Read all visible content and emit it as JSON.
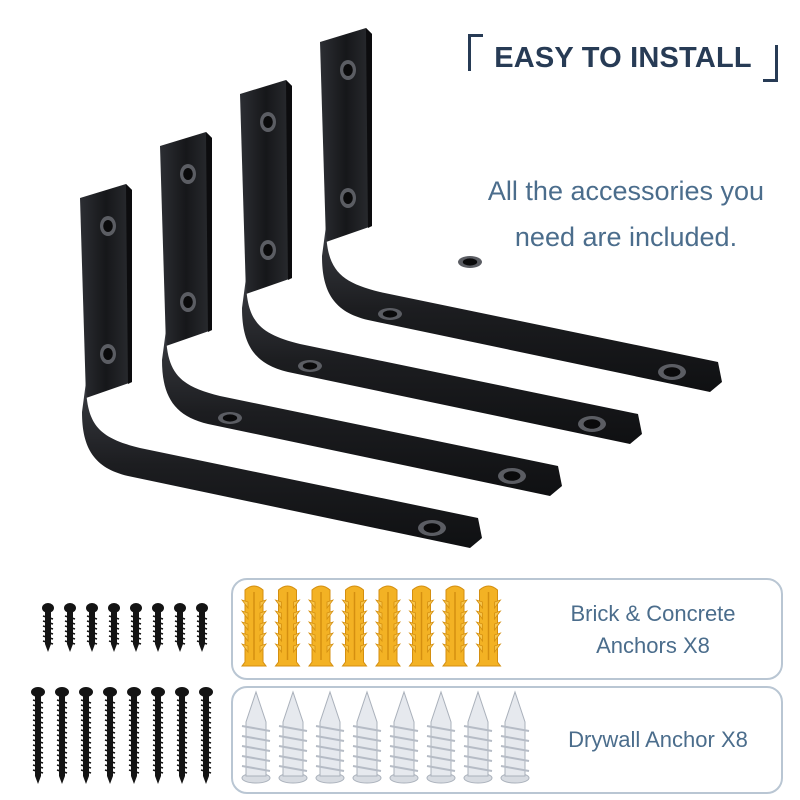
{
  "heading": {
    "text": "EASY TO INSTALL"
  },
  "tagline": {
    "line1": "All the accessories you",
    "line2": "need are included."
  },
  "accessories": {
    "anchors_brick": {
      "line1": "Brick & Concrete",
      "line2": "Anchors X8",
      "count": 8
    },
    "anchors_drywall": {
      "line1": "Drywall Anchor X8",
      "count": 8
    },
    "screws_short": {
      "count": 8
    },
    "screws_long": {
      "count": 8
    }
  },
  "brackets": {
    "count": 4
  },
  "colors": {
    "heading": "#273b55",
    "text": "#4b6d8c",
    "panel_border": "#b9c6d3",
    "bracket": "#1e1f22",
    "brick_anchor": "#f3b224",
    "drywall_anchor": "#e6e9ee",
    "screw": "#141414"
  }
}
